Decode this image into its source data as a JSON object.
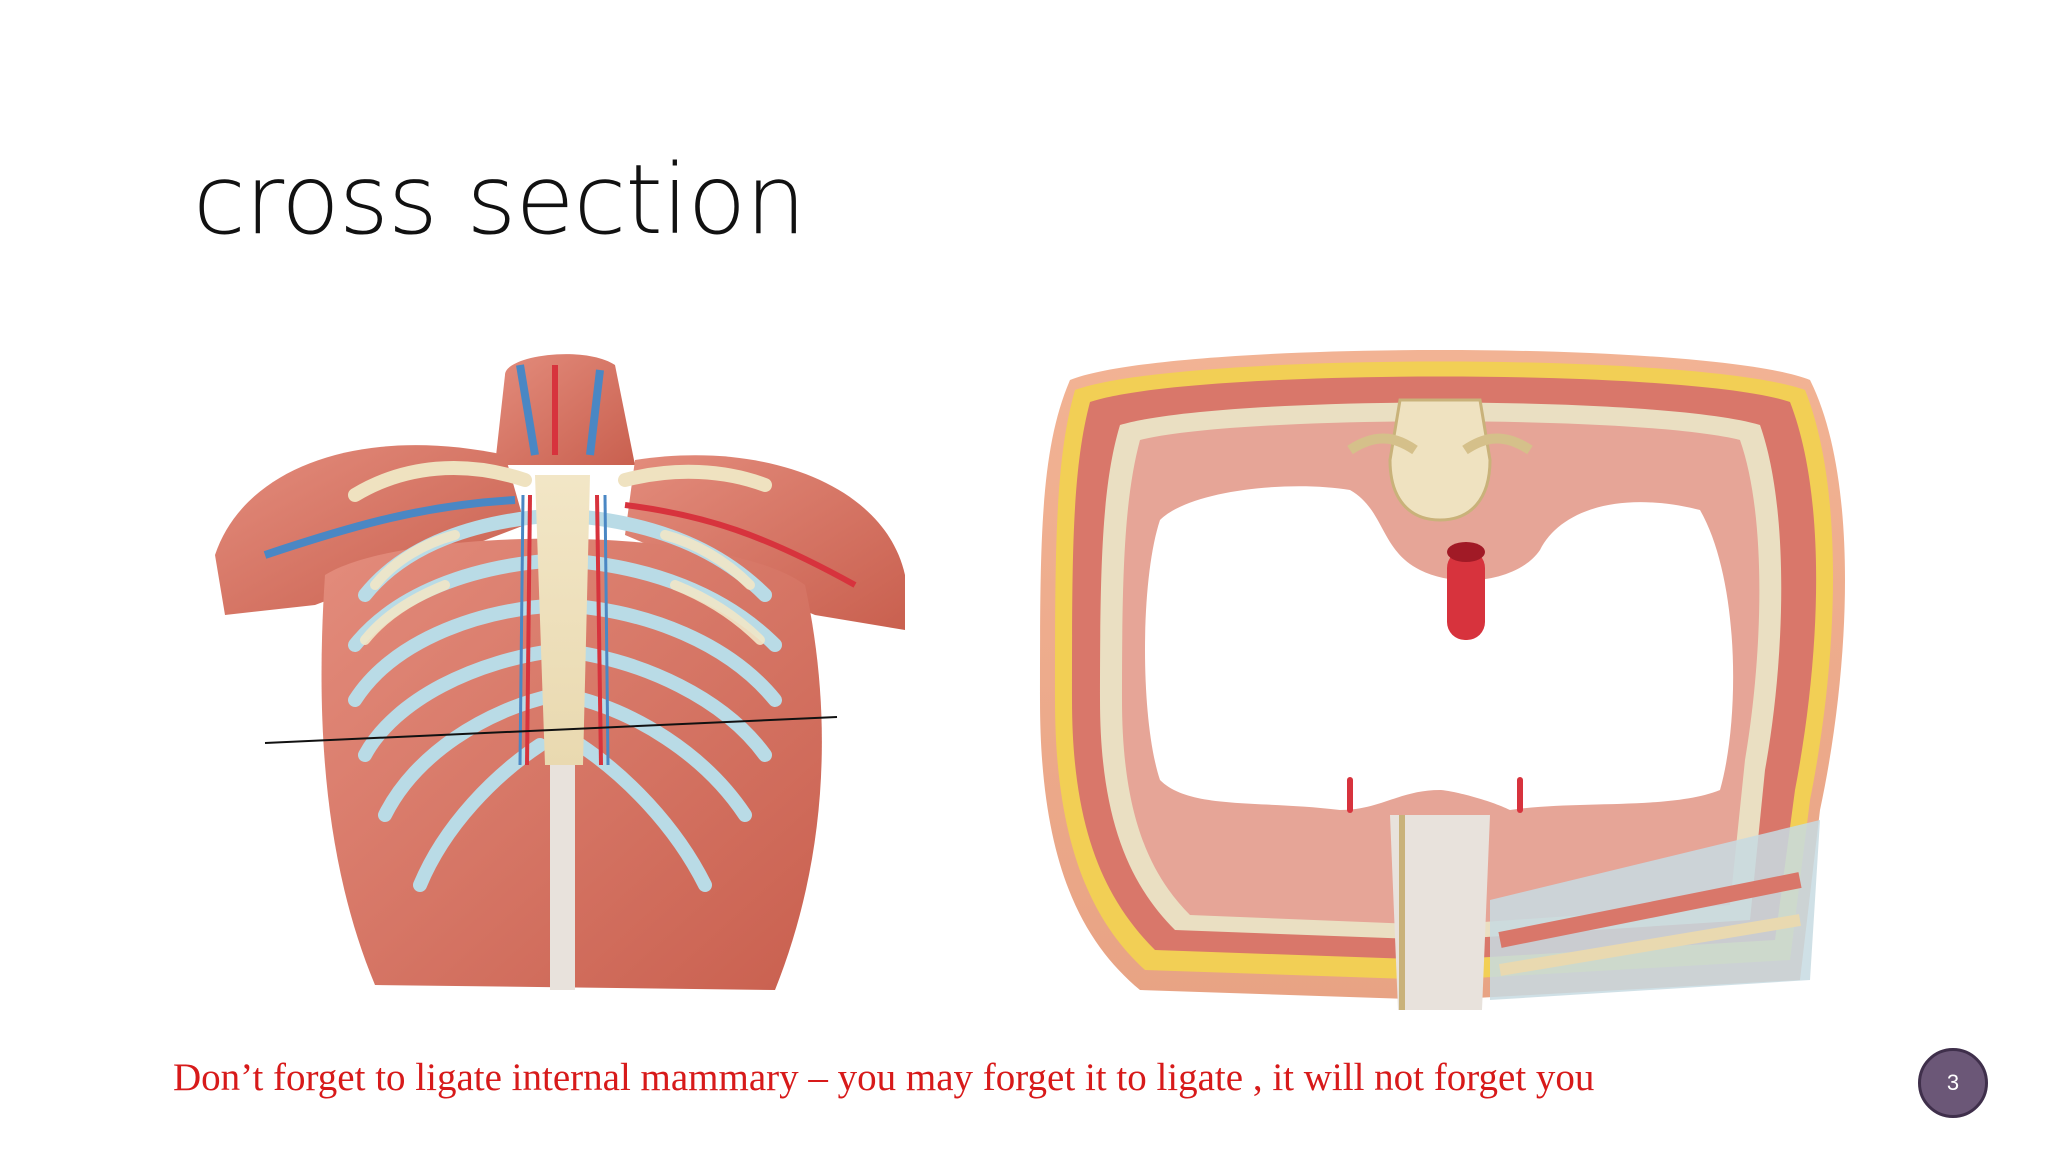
{
  "slide": {
    "title": "cross section",
    "caption": "Don’t forget to ligate internal mammary – you may forget it to ligate , it will not forget you",
    "page_number": "3"
  },
  "images": {
    "left": {
      "icon": "thorax-anterior-anatomy-illustration"
    },
    "right": {
      "icon": "thorax-cross-section-anatomy-illustration"
    }
  },
  "colors": {
    "caption": "#d71a1a",
    "title": "#111111",
    "page_badge": "#6b5777",
    "muscle": "#d9776a",
    "cartilage": "#b9dbe6",
    "bone": "#efe2c0",
    "fat": "#f2cf55",
    "vessel_red": "#d7333d",
    "vessel_blue": "#4a87c4"
  }
}
